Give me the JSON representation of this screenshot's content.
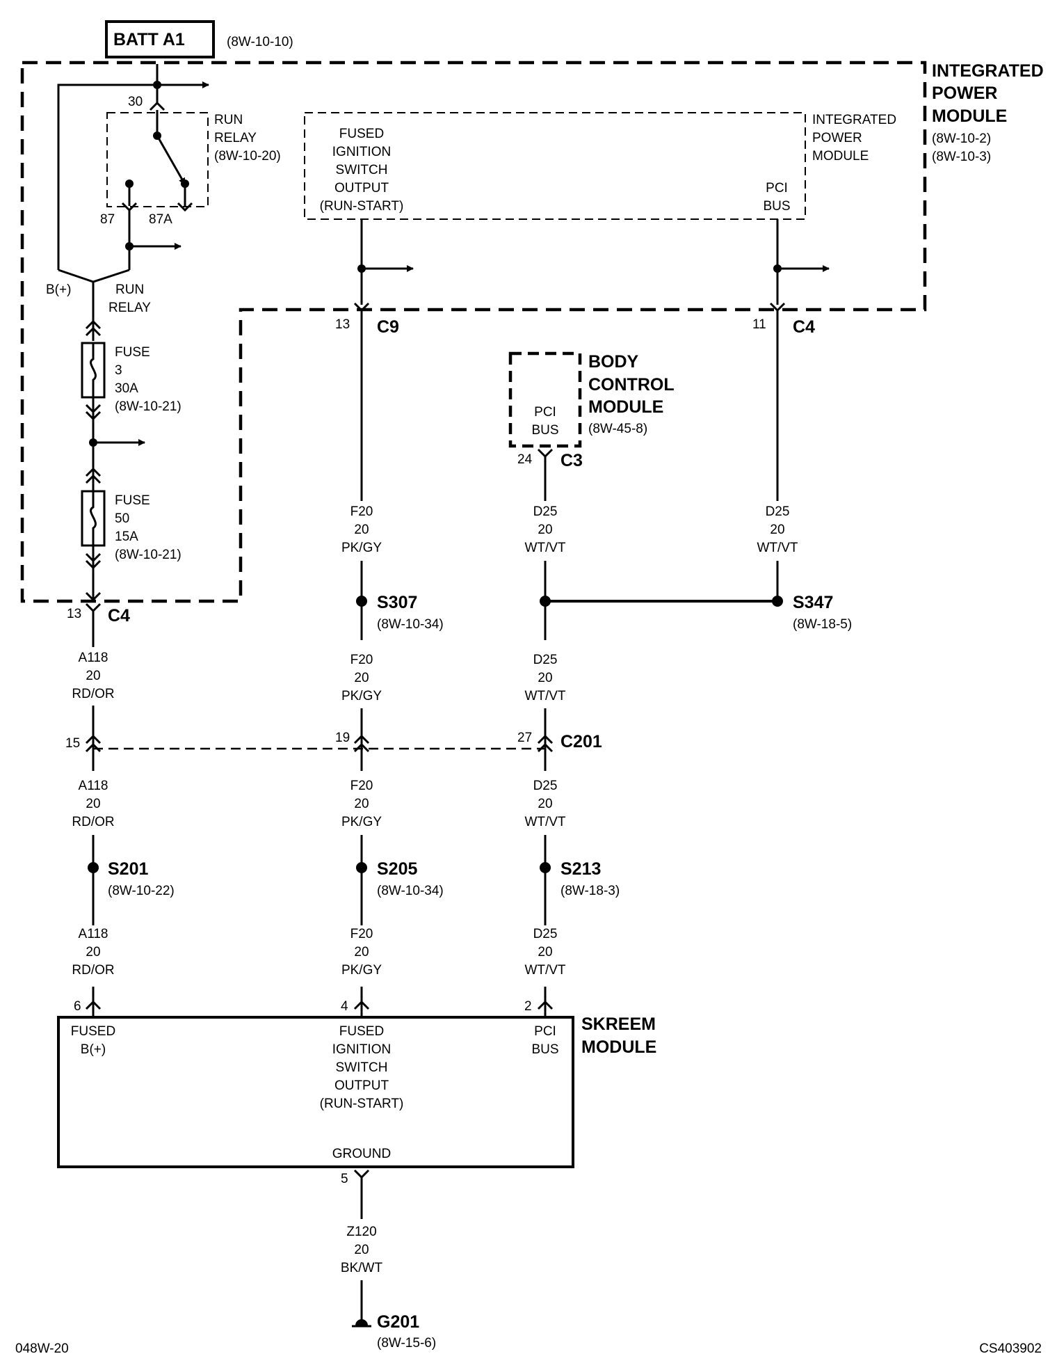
{
  "batt": {
    "label": "BATT A1",
    "ref": "(8W-10-10)"
  },
  "ipm_outer": {
    "l1": "INTEGRATED",
    "l2": "POWER",
    "l3": "MODULE",
    "r1": "(8W-10-2)",
    "r2": "(8W-10-3)"
  },
  "ipm_inner": {
    "l1": "INTEGRATED",
    "l2": "POWER",
    "l3": "MODULE",
    "fused_l1": "FUSED",
    "fused_l2": "IGNITION",
    "fused_l3": "SWITCH",
    "fused_l4": "OUTPUT",
    "fused_l5": "(RUN-START)",
    "pci_l1": "PCI",
    "pci_l2": "BUS"
  },
  "relay": {
    "l1": "RUN",
    "l2": "RELAY",
    "ref": "(8W-10-20)",
    "pin30": "30",
    "pin87": "87",
    "pin87a": "87A"
  },
  "bplus": {
    "bplus": "B(+)",
    "run_l1": "RUN",
    "run_l2": "RELAY"
  },
  "fuse3": {
    "l1": "FUSE",
    "l2": "3",
    "l3": "30A",
    "ref": "(8W-10-21)"
  },
  "fuse50": {
    "l1": "FUSE",
    "l2": "50",
    "l3": "15A",
    "ref": "(8W-10-21)"
  },
  "conn": {
    "c9_pin": "13",
    "c9": "C9",
    "c4r_pin": "11",
    "c4r": "C4",
    "c4l_pin": "13",
    "c4l": "C4",
    "c3_pin": "24",
    "c3": "C3",
    "c201": "C201",
    "c201_p15": "15",
    "c201_p19": "19",
    "c201_p27": "27",
    "sk_p6": "6",
    "sk_p4": "4",
    "sk_p2": "2",
    "sk_p5": "5"
  },
  "bcm": {
    "l1": "BODY",
    "l2": "CONTROL",
    "l3": "MODULE",
    "ref": "(8W-45-8)",
    "pci_l1": "PCI",
    "pci_l2": "BUS"
  },
  "wires": {
    "a118": {
      "c": "A118",
      "g": "20",
      "col": "RD/OR"
    },
    "f20": {
      "c": "F20",
      "g": "20",
      "col": "PK/GY"
    },
    "d25": {
      "c": "D25",
      "g": "20",
      "col": "WT/VT"
    },
    "z120": {
      "c": "Z120",
      "g": "20",
      "col": "BK/WT"
    }
  },
  "splices": {
    "s307": "S307",
    "s307_ref": "(8W-10-34)",
    "s347": "S347",
    "s347_ref": "(8W-18-5)",
    "s201": "S201",
    "s201_ref": "(8W-10-22)",
    "s205": "S205",
    "s205_ref": "(8W-10-34)",
    "s213": "S213",
    "s213_ref": "(8W-18-3)"
  },
  "skreem": {
    "l1": "SKREEM",
    "l2": "MODULE",
    "fb_l1": "FUSED",
    "fb_l2": "B(+)",
    "fi_l1": "FUSED",
    "fi_l2": "IGNITION",
    "fi_l3": "SWITCH",
    "fi_l4": "OUTPUT",
    "fi_l5": "(RUN-START)",
    "pci_l1": "PCI",
    "pci_l2": "BUS",
    "ground": "GROUND"
  },
  "ground": {
    "label": "G201",
    "ref": "(8W-15-6)"
  },
  "footer": {
    "left": "048W-20",
    "right": "CS403902"
  }
}
